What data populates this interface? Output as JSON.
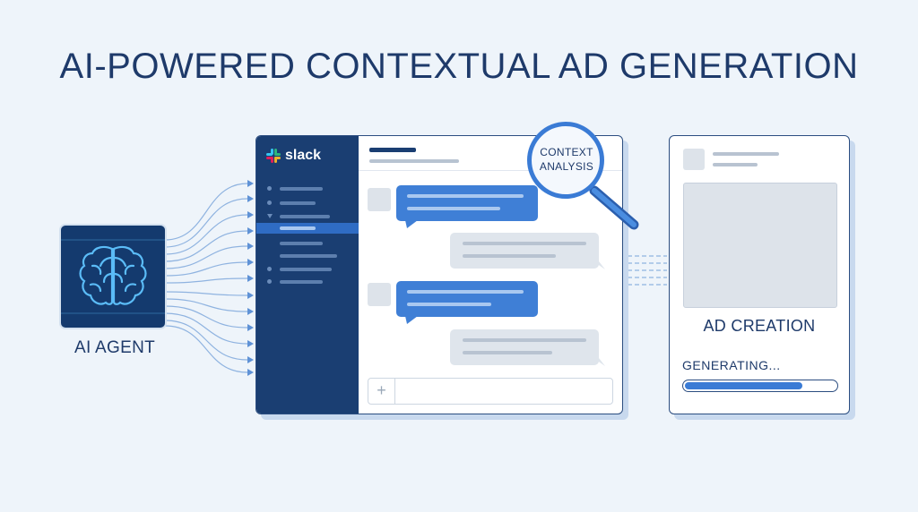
{
  "title": "AI-POWERED CONTEXTUAL AD GENERATION",
  "agent": {
    "label": "AI AGENT",
    "icon": "brain-icon"
  },
  "slack": {
    "logo_text": "slack",
    "icon": "slack-logo-icon"
  },
  "magnifier": {
    "line1": "CONTEXT",
    "line2": "ANALYSIS",
    "icon": "magnifier-icon"
  },
  "ad": {
    "title": "AD CREATION",
    "status": "GENERATING...",
    "progress": 0.78
  },
  "colors": {
    "navy": "#1a3e72",
    "accent": "#3a7bd5",
    "brain_glow": "#5fc3ff",
    "background": "#eef4fa"
  }
}
